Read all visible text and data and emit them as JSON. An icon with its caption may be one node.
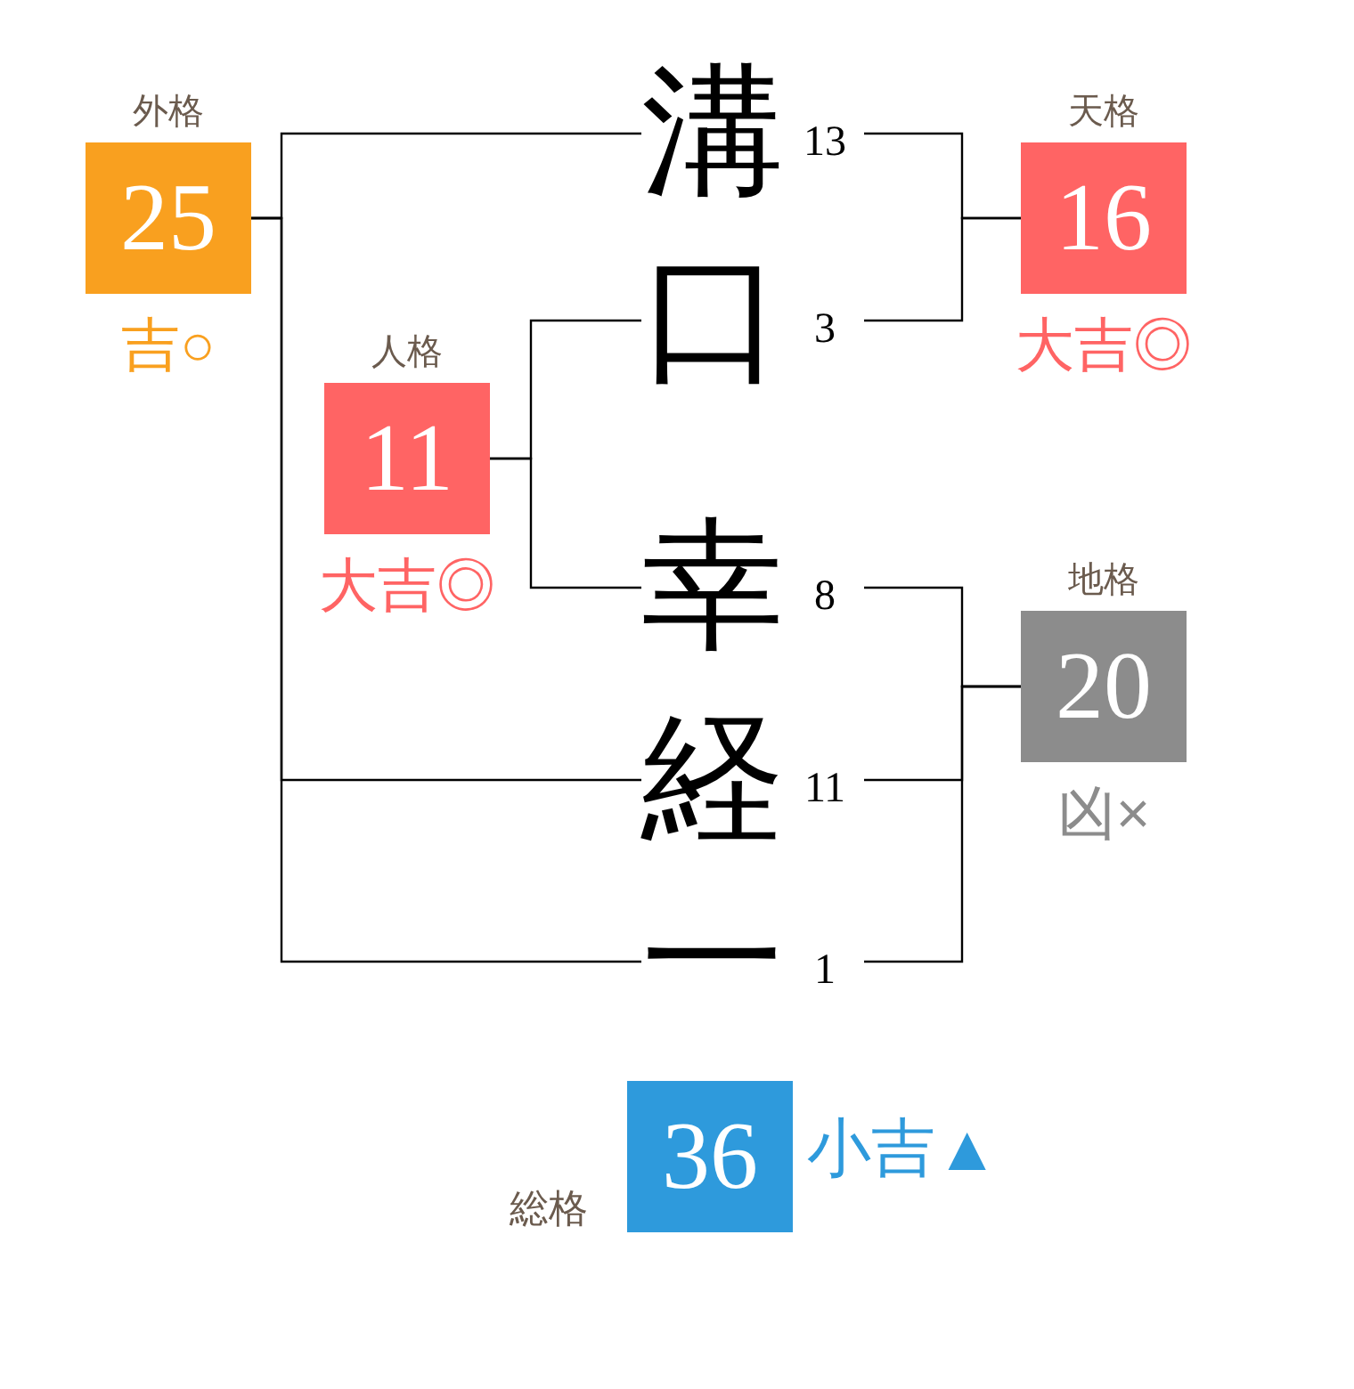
{
  "diagram": {
    "nodes": [
      {
        "text": [
          "外格",
          "25"
        ],
        "beside": [
          "吉○"
        ]
      },
      {
        "text": [
          "溝"
        ],
        "beside": [
          "13"
        ]
      },
      {
        "text": [
          "天格",
          "16"
        ],
        "beside": [
          "大吉◎"
        ]
      },
      {
        "text": [
          "口"
        ],
        "beside": [
          "3"
        ]
      },
      {
        "text": [
          "人格",
          "11"
        ],
        "beside": [
          "大吉◎"
        ]
      },
      {
        "text": [
          "幸"
        ],
        "beside": [
          "8"
        ]
      },
      {
        "text": [
          "地格",
          "20"
        ],
        "beside": [
          "凶×"
        ]
      },
      {
        "text": [
          "経"
        ],
        "beside": [
          "11"
        ]
      },
      {
        "text": [
          "一"
        ],
        "beside": [
          "1"
        ]
      },
      {
        "text": [
          "総格",
          "36"
        ],
        "beside": [
          "小吉▲"
        ]
      }
    ],
    "edges": [
      {
        "from": 0,
        "to": 1,
        "arrow": "none"
      },
      {
        "from": 0,
        "to": 7,
        "arrow": "none"
      },
      {
        "from": 0,
        "to": 8,
        "arrow": "none"
      },
      {
        "from": 2,
        "to": 1,
        "arrow": "none"
      },
      {
        "from": 2,
        "to": 3,
        "arrow": "none"
      },
      {
        "from": 4,
        "to": 3,
        "arrow": "none"
      },
      {
        "from": 4,
        "to": 5,
        "arrow": "none"
      },
      {
        "from": 6,
        "to": 5,
        "arrow": "none"
      },
      {
        "from": 6,
        "to": 7,
        "arrow": "none"
      },
      {
        "from": 6,
        "to": 8,
        "arrow": "none"
      }
    ]
  }
}
